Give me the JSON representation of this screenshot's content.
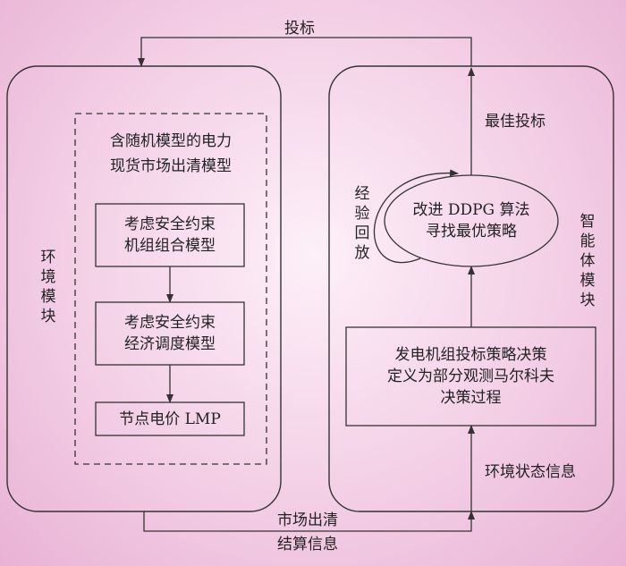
{
  "top_label": "投标",
  "env_module": "环境模块",
  "agent_module": "智能体模块",
  "clearing_model": {
    "line1": "含随机模型的电力",
    "line2": "现货市场出清模型"
  },
  "uc_model": {
    "line1": "考虑安全约束",
    "line2": "机组组合模型"
  },
  "ed_model": {
    "line1": "考虑安全约束",
    "line2": "经济调度模型"
  },
  "lmp_box": "节点电价 LMP",
  "best_bid": "最佳投标",
  "experience_replay": "经验回放",
  "ddpg": {
    "line1": "改进 DDPG 算法",
    "line2": "寻找最优策略"
  },
  "mdp_box": {
    "line1": "发电机组投标策略决策",
    "line2": "定义为部分观测马尔科夫",
    "line3": "决策过程"
  },
  "env_state": "环境状态信息",
  "settlement": {
    "line1": "市场出清",
    "line2": "结算信息"
  }
}
